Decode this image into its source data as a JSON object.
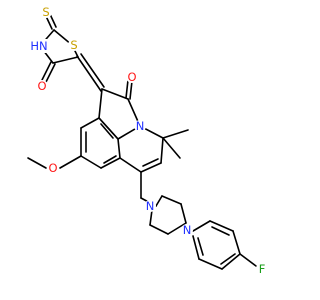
{
  "molecule": {
    "atom_labels": {
      "thione_s": "S",
      "ring_s": "S",
      "nh": "HN",
      "thiazolidinone_o": "O",
      "lactam_o": "O",
      "lactam_n": "N",
      "methoxy_o": "O",
      "piperazine_n1": "N",
      "piperazine_n2": "N",
      "fluorine": "F"
    },
    "colors": {
      "bond": "#000000",
      "S": "#c8a000",
      "N": "#2030ff",
      "O": "#ff1a1a",
      "F": "#1a9e1a"
    }
  }
}
